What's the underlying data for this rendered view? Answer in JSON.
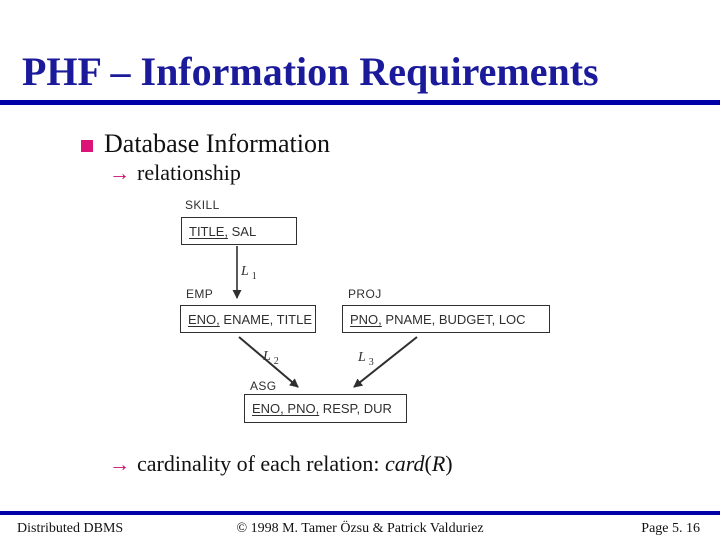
{
  "slide": {
    "title": "PHF – Information Requirements",
    "bullet_label": "Database Information",
    "arrow_glyph": "→",
    "relationship_label": "relationship",
    "cardinality": {
      "prefix": "cardinality of each relation: ",
      "func": "card",
      "open": "(",
      "var": "R",
      "close": ")"
    }
  },
  "diagram": {
    "relations": [
      {
        "name": "SKILL",
        "key": "TITLE,",
        "rest": " SAL"
      },
      {
        "name": "EMP",
        "key": "ENO,",
        "rest": " ENAME, TITLE"
      },
      {
        "name": "PROJ",
        "key": "PNO,",
        "rest": " PNAME, BUDGET, LOC"
      },
      {
        "name": "ASG",
        "key": "ENO, PNO,",
        "rest": " RESP, DUR"
      }
    ],
    "links": [
      {
        "name": "L",
        "sub": "1"
      },
      {
        "name": "L",
        "sub": "2"
      },
      {
        "name": "L",
        "sub": "3"
      }
    ]
  },
  "footer": {
    "left": "Distributed DBMS",
    "center": "© 1998 M. Tamer Özsu & Patrick Valduriez",
    "right": "Page 5. 16"
  },
  "colors": {
    "title_blue": "#1A1A9B",
    "rule_blue": "#0000A8",
    "accent_pink": "#DD1478",
    "diagram_ink": "#2F2F2F"
  }
}
